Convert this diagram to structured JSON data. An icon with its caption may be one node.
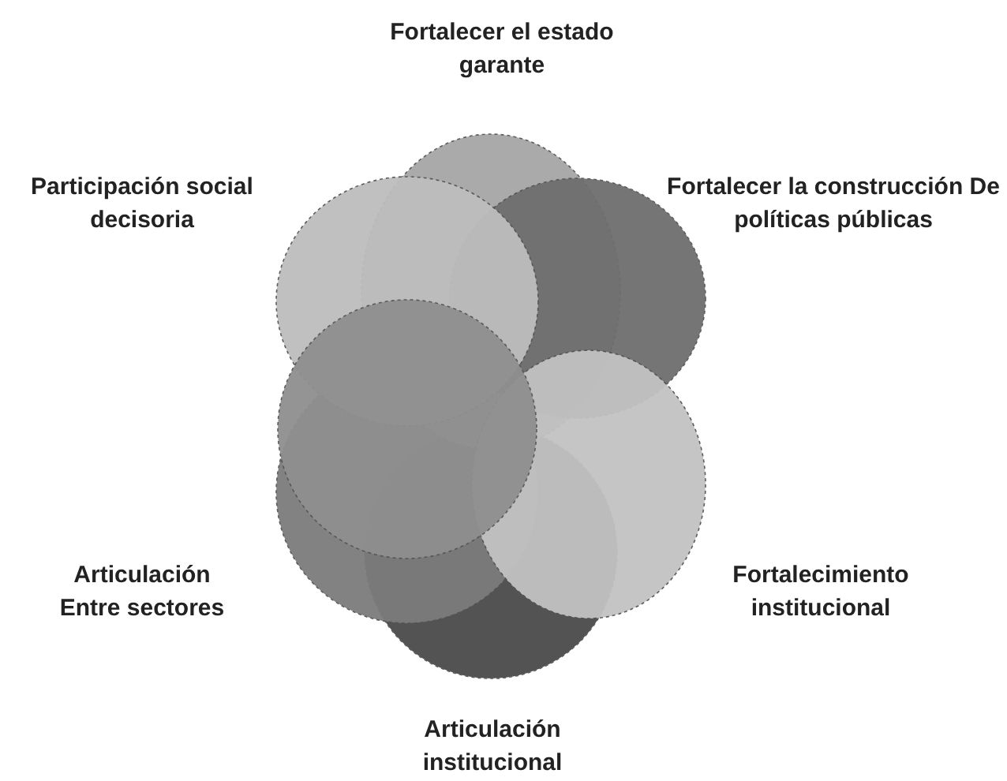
{
  "diagram": {
    "nodes": [
      {
        "text": [
          "Fortalecer el estado garante"
        ]
      },
      {
        "text": [
          "Fortalecer la construcción De políticas públicas"
        ]
      },
      {
        "text": [
          "Participación social decisoria"
        ]
      },
      {
        "text": [
          "Fortalecimiento institucional"
        ]
      },
      {
        "text": [
          "Articulación institucional"
        ]
      },
      {
        "text": [
          "Articulación Entre sectores"
        ]
      },
      {
        "text": [],
        "shape": "circle"
      }
    ]
  }
}
